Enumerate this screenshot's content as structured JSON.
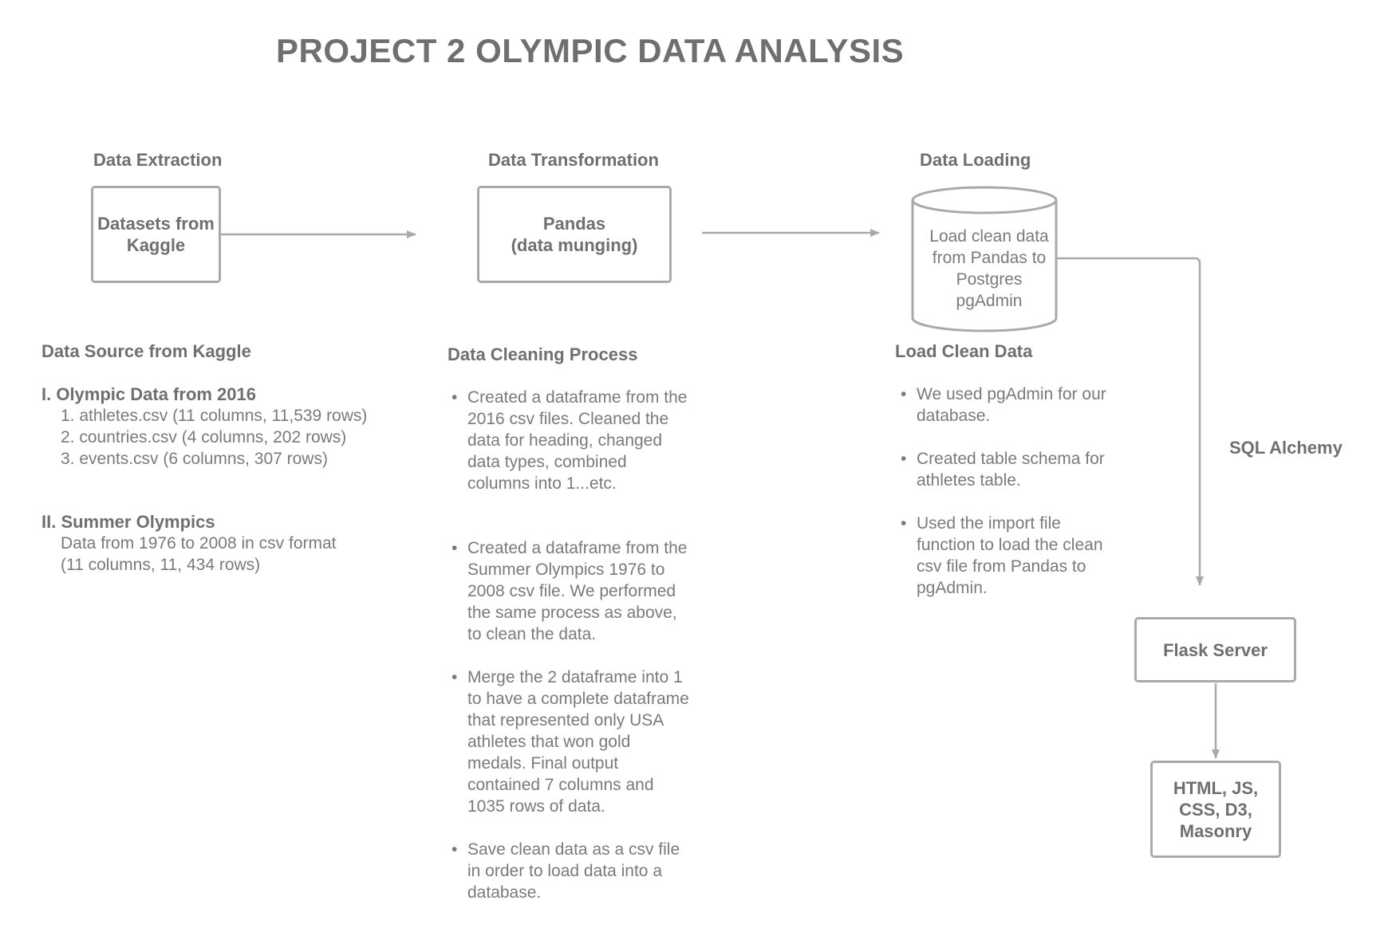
{
  "title": "PROJECT 2  OLYMPIC DATA ANALYSIS",
  "stages": {
    "extraction": {
      "label": "Data Extraction",
      "box_text": "Datasets from\nKaggle"
    },
    "transformation": {
      "label": "Data Transformation",
      "box_text": "Pandas\n(data munging)"
    },
    "loading": {
      "label": "Data Loading",
      "box_text": "Load clean data\nfrom Pandas to\nPostgres\npgAdmin"
    }
  },
  "data_source": {
    "heading": "Data Source from Kaggle",
    "part1": {
      "heading": "I. Olympic Data from 2016",
      "items": [
        "1. athletes.csv (11 columns, 11,539 rows)",
        "2. countries.csv (4 columns, 202 rows)",
        "3. events.csv (6 columns, 307 rows)"
      ]
    },
    "part2": {
      "heading": "II. Summer Olympics",
      "text": "Data from 1976 to 2008 in csv format\n(11 columns, 11, 434 rows)"
    }
  },
  "cleaning": {
    "heading": "Data Cleaning Process",
    "bullets": [
      "Created a dataframe from the\n2016 csv files.  Cleaned the\ndata for heading, changed\ndata types, combined\ncolumns into 1...etc.",
      "Created a dataframe from the\nSummer Olympics 1976 to\n2008 csv file. We performed\nthe same process as above,\nto clean the data.",
      "Merge the 2 dataframe into 1\nto have a complete dataframe\nthat represented only USA\nathletes that won gold\nmedals.  Final output\ncontained 7 columns and\n1035 rows of data.",
      "Save clean data as a csv file\nin order to load data into a\ndatabase."
    ]
  },
  "load_clean": {
    "heading": "Load Clean Data",
    "bullets": [
      "We used pgAdmin for our\ndatabase.",
      "Created table schema for\nathletes table.",
      "Used the import file\nfunction to load the clean\ncsv file from Pandas to\npgAdmin."
    ]
  },
  "connector_label": "SQL Alchemy",
  "flask_box": "Flask Server",
  "frontend_box": "HTML, JS,\nCSS, D3,\nMasonry",
  "colors": {
    "stroke": "#a9a9a9",
    "heading_text": "#6f6f6f",
    "body_text": "#7a7a7a"
  }
}
